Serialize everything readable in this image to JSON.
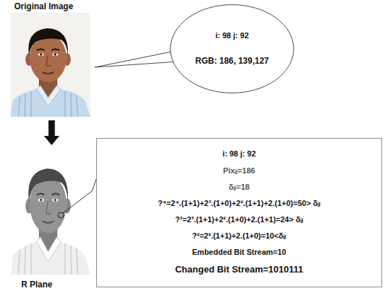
{
  "diagram": {
    "nodes": [
      {
        "text": [
          "Original Image"
        ]
      },
      {
        "text": [
          "i: 98 j: 92",
          "RGB: 186, 139,127"
        ]
      },
      {
        "text": [
          "R Plane"
        ]
      },
      {
        "text": [
          "i: 98 j: 92",
          "Pixᵢⱼ=186",
          "δᵢⱼ=18",
          "?⁴=2⁴.(1+1)+2³.(1+0)+2².(1+1)+2.(1+0)=50> δᵢⱼ",
          "?³=2³.(1+1)+2².(1+0)+2.(1+1)=24> δᵢⱼ",
          "?²=2².(1+1)+2.(1+0)=10<δᵢⱼ",
          "Embedded Bit Stream=10",
          "Changed Bit Stream=1010111"
        ]
      }
    ],
    "edges": [
      {
        "from": 0,
        "to": 2,
        "arrow": "to"
      },
      {
        "from": 1,
        "to": 0,
        "arrow": "none"
      },
      {
        "from": 2,
        "to": 3,
        "arrow": "none"
      }
    ]
  }
}
